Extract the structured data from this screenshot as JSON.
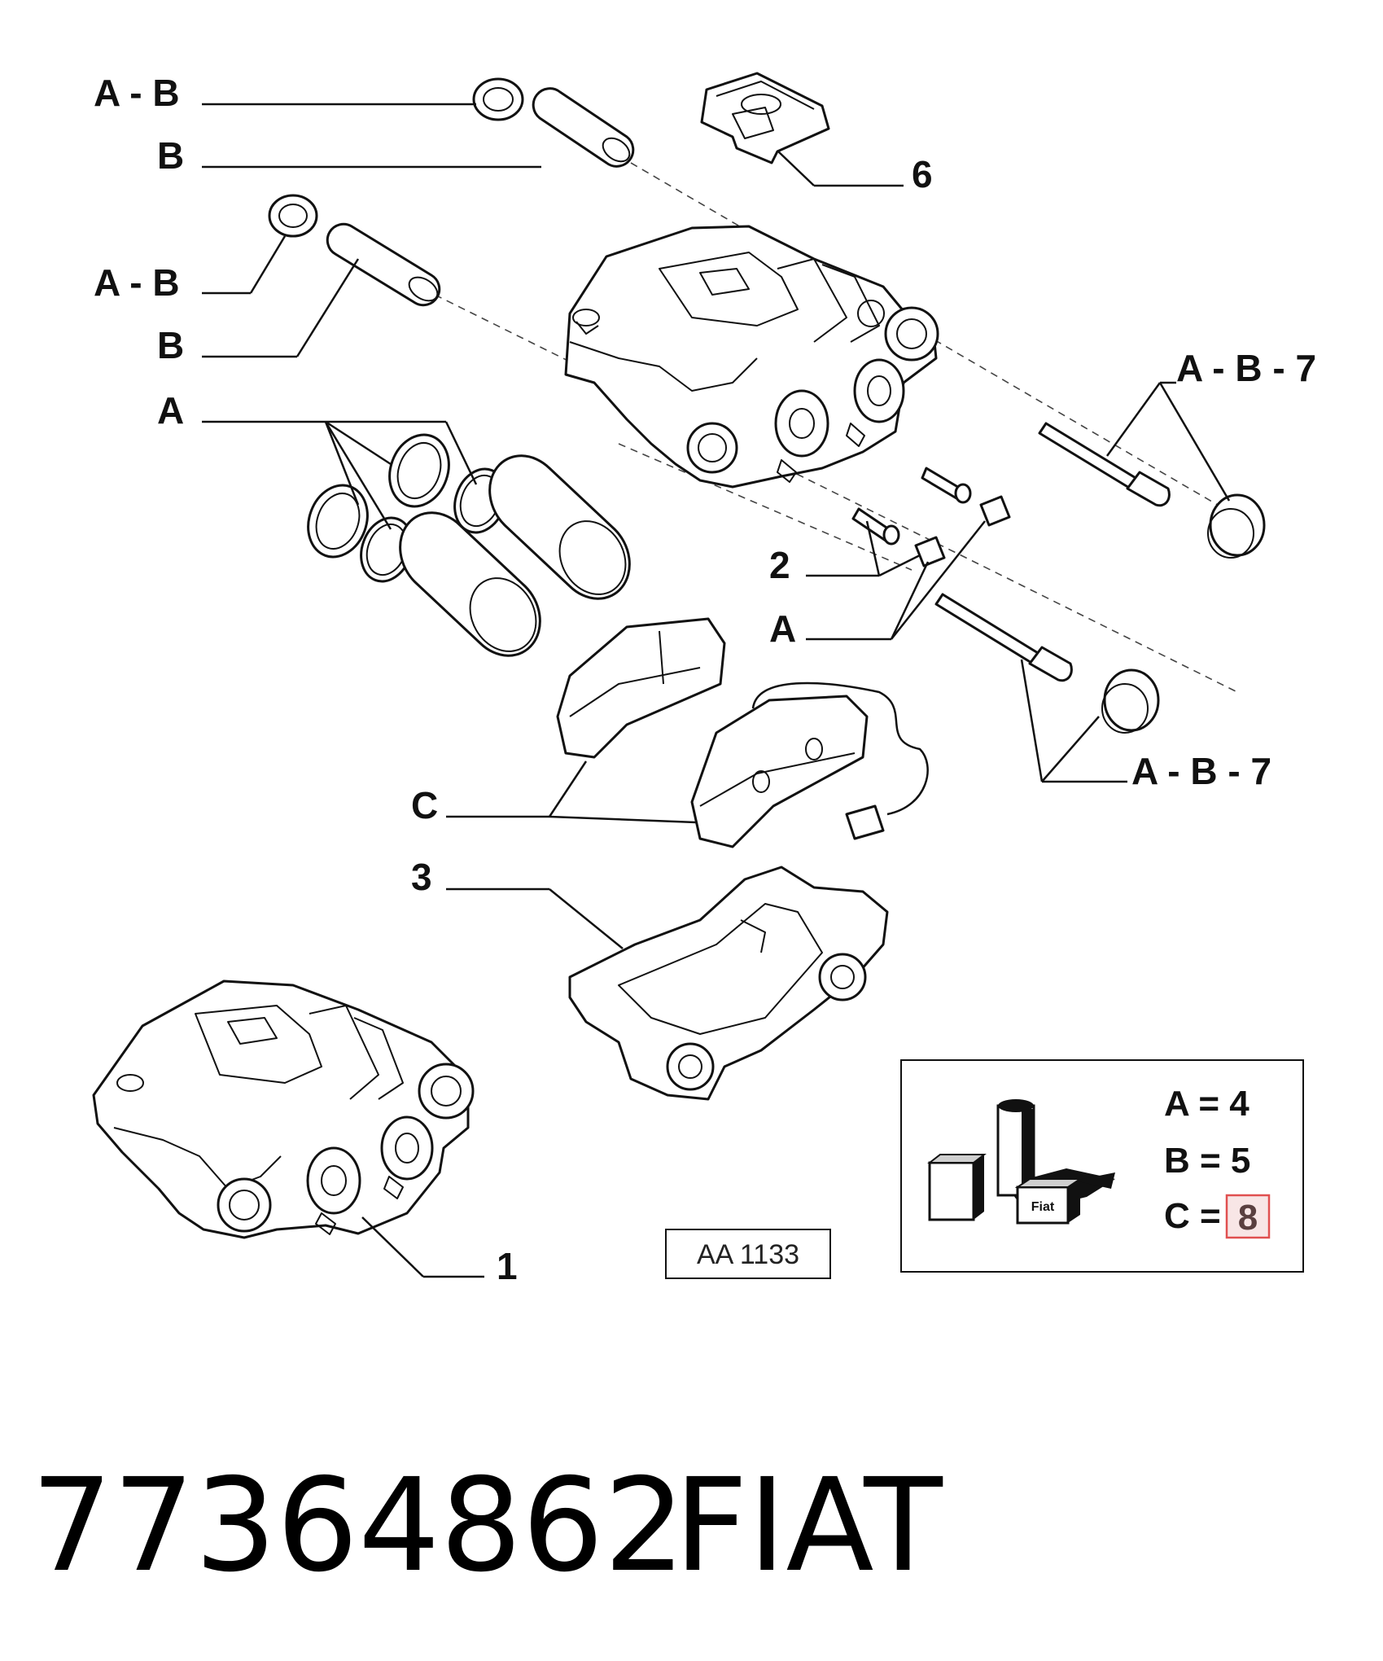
{
  "callouts": {
    "ab_top": "A - B",
    "b_top": "B",
    "ab_mid": "A - B",
    "b_mid": "B",
    "a_seals": "A",
    "six": "6",
    "ab7_top": "A - B - 7",
    "two": "2",
    "a_caps": "A",
    "ab7_bottom": "A - B - 7",
    "c_pads": "C",
    "three": "3",
    "one": "1"
  },
  "figure_code": "AA 1133",
  "legend": {
    "line_a": "A = 4",
    "line_b_prefix": "B = 5",
    "line_c_prefix": "C = ",
    "line_c_value": "8",
    "box_brand": "Fiat"
  },
  "footer": {
    "part_number": "77364862",
    "brand": "FIAT"
  },
  "colors": {
    "highlight_border": "#e05050",
    "highlight_fill": "#f8e6e6"
  }
}
